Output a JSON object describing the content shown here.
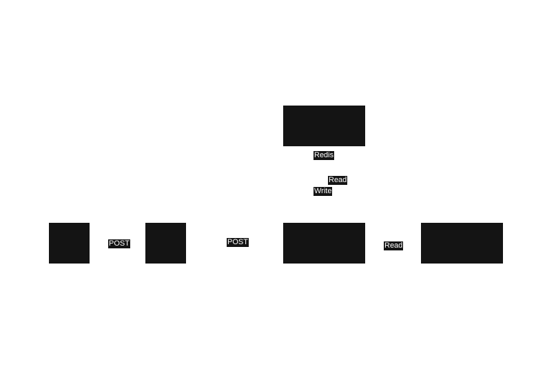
{
  "diagram": {
    "nodes": {
      "redis": {
        "label": "Redis"
      }
    },
    "edges": {
      "client_to_proxy": {
        "label": "POST"
      },
      "proxy_to_server": {
        "label": "POST"
      },
      "server_to_store": {
        "label": "Read"
      },
      "server_to_redis_read": {
        "label": "Read"
      },
      "server_to_redis_write": {
        "label": "Write"
      }
    },
    "colors": {
      "node_fill": "#141414",
      "label_background": "#141414",
      "label_text": "#ffffff",
      "background": "#ffffff"
    }
  }
}
